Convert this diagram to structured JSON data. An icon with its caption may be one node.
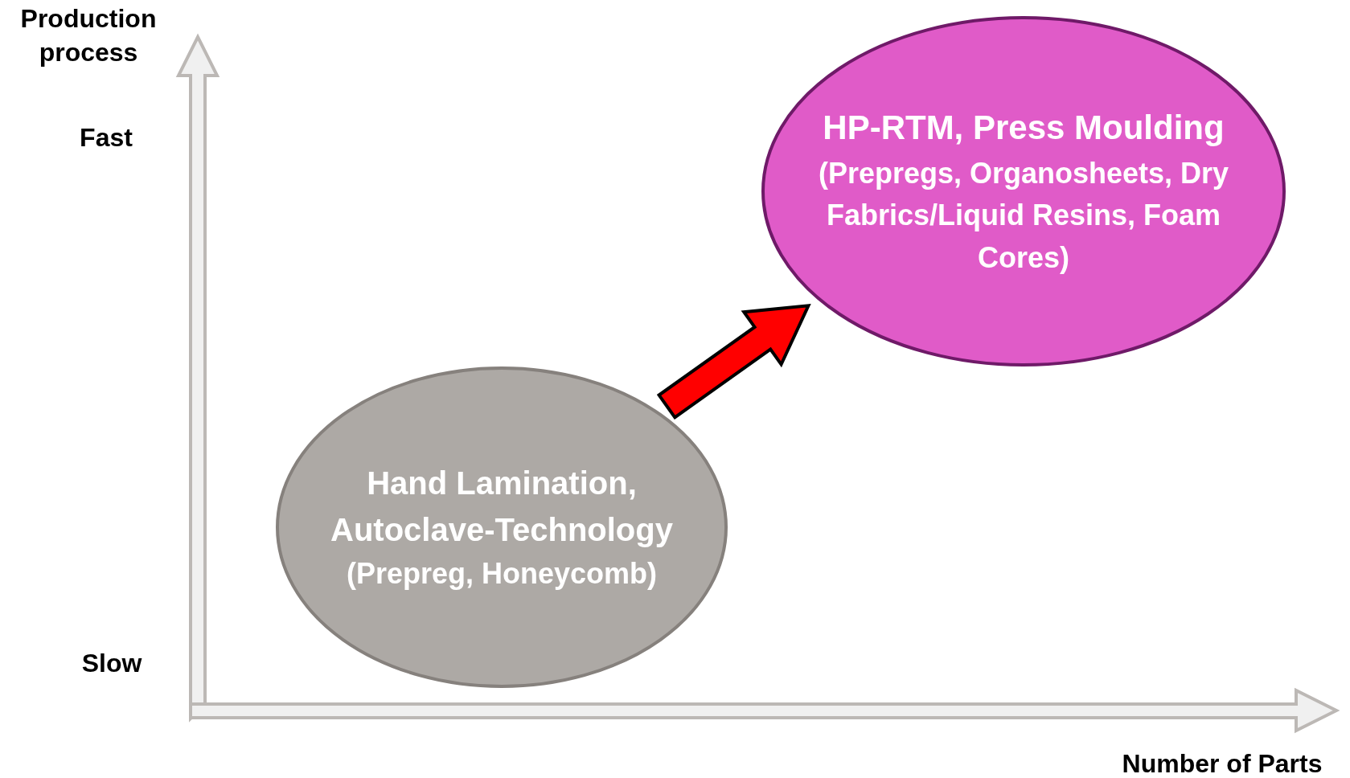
{
  "diagram": {
    "nodes": [
      {
        "text": [
          "Hand Lamination, Autoclave-Technology",
          "(Prepreg, Honeycomb)"
        ]
      },
      {
        "text": [
          "HP-RTM, Press Moulding",
          "(Prepregs, Organosheets, Dry Fabrics/Liquid Resins, Foam Cores)"
        ]
      }
    ],
    "edges": [
      {
        "from": 0,
        "to": 1,
        "arrow": "to",
        "color": "#ff0000"
      }
    ],
    "labels": [
      "Production process",
      "Fast",
      "Slow",
      "Number of Parts"
    ]
  }
}
